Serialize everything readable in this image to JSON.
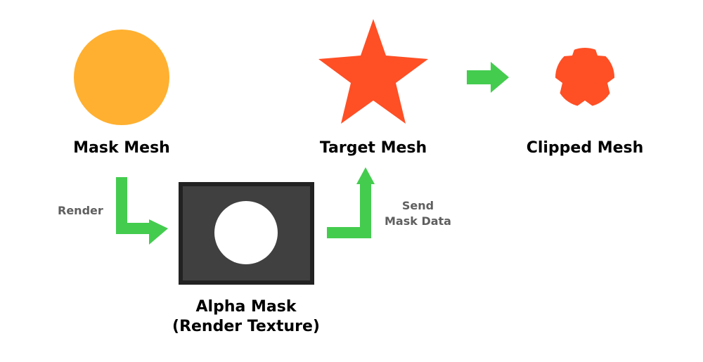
{
  "colors": {
    "mask_mesh": "#FFB030",
    "target_mesh": "#FF4F25",
    "clipped_mesh": "#FF4F25",
    "arrow": "#44CC4F",
    "alpha_frame_border": "#222222",
    "alpha_frame_fill": "#404040",
    "alpha_circle": "#FFFFFF",
    "edge_text": "#5F5F5F"
  },
  "nodes": {
    "mask_mesh": {
      "label": "Mask Mesh",
      "shape": "circle-icon"
    },
    "target_mesh": {
      "label": "Target Mesh",
      "shape": "star-icon"
    },
    "clipped_mesh": {
      "label": "Clipped Mesh",
      "shape": "clipped-star-icon"
    },
    "alpha_mask": {
      "label_line1": "Alpha Mask",
      "label_line2": "(Render Texture)",
      "shape": "render-texture-icon"
    }
  },
  "edges": {
    "render": {
      "label": "Render"
    },
    "send_mask_data": {
      "label_line1": "Send",
      "label_line2": "Mask Data"
    }
  }
}
